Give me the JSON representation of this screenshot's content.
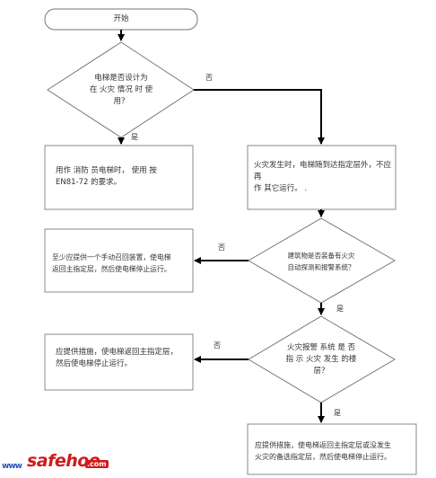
{
  "start": {
    "label": "开始"
  },
  "nodes": {
    "d1": {
      "line1": "电梯是否设计为",
      "line2": "在 火灾 情况 时 使",
      "line3": "用？"
    },
    "p1": {
      "line1": "用作 消防 员电梯时， 使用 按",
      "line2": "EN81-72 的要求。"
    },
    "p2": {
      "line1": "火灾发生时，电梯随到达指定层外，不应再",
      "line2": "作 其它运行。 ."
    },
    "d2": {
      "line1": "建筑物是否装备有火灾",
      "line2": "自动探测和报警系统？"
    },
    "p3": {
      "line1": "至少应提供一个手动召回装置，使电梯",
      "line2": "返回主指定层，然后使电梯停止运行。"
    },
    "d3": {
      "line1": "火灾报警 系统 是 否",
      "line2": "指 示 火灾 发生 的楼",
      "line3": "层？"
    },
    "p4": {
      "line1": "应提供措施，使电梯返回主指定层，",
      "line2": "然后使电梯停止运行。"
    },
    "p5": {
      "line1": "应提供措施，使电梯返回主指定层或没发生",
      "line2": "火灾的备选指定层，然后使电梯停止运行。"
    }
  },
  "labels": {
    "yes": "是",
    "no": "否"
  },
  "watermark": {
    "prefix": "www",
    "brand": "safehoo",
    "tld": ".com"
  }
}
